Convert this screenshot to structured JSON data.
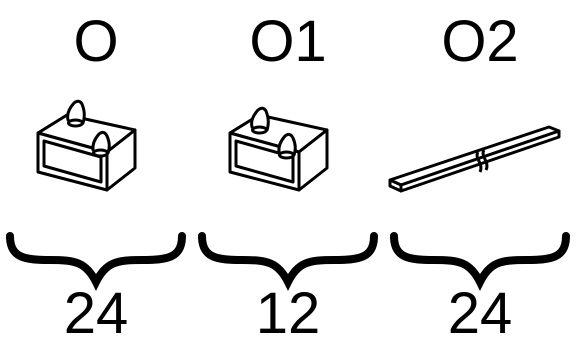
{
  "items": [
    {
      "label": "O",
      "count": "24",
      "shape": "box-two-spikes"
    },
    {
      "label": "O1",
      "count": "12",
      "shape": "box-two-spikes"
    },
    {
      "label": "O2",
      "count": "24",
      "shape": "broken-strip"
    }
  ]
}
